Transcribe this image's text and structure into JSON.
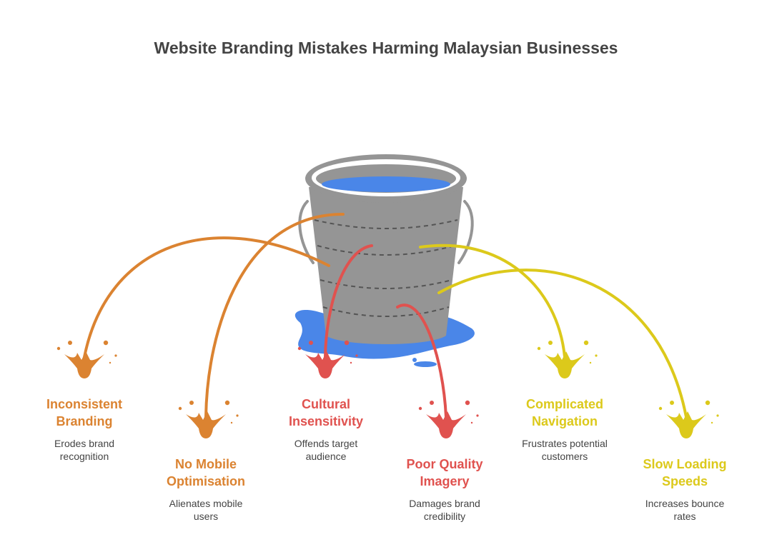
{
  "title": "Website Branding Mistakes Harming Malaysian Businesses",
  "colors": {
    "orange": "#DB8331",
    "red": "#E0524F",
    "yellow": "#DCC91B",
    "bucket": "#959595",
    "water": "#4A86E8",
    "text": "#444444"
  },
  "icons": [
    "bucket-icon",
    "water-puddle-icon",
    "splash-icon"
  ],
  "items": [
    {
      "heading_line1": "Inconsistent",
      "heading_line2": "Branding",
      "desc_line1": "Erodes brand",
      "desc_line2": "recognition",
      "color": "orange"
    },
    {
      "heading_line1": "No Mobile",
      "heading_line2": "Optimisation",
      "desc_line1": "Alienates mobile",
      "desc_line2": "users",
      "color": "orange"
    },
    {
      "heading_line1": "Cultural",
      "heading_line2": "Insensitivity",
      "desc_line1": "Offends target",
      "desc_line2": "audience",
      "color": "red"
    },
    {
      "heading_line1": "Poor Quality",
      "heading_line2": "Imagery",
      "desc_line1": "Damages brand",
      "desc_line2": "credibility",
      "color": "red"
    },
    {
      "heading_line1": "Complicated",
      "heading_line2": "Navigation",
      "desc_line1": "Frustrates potential",
      "desc_line2": "customers",
      "color": "yellow"
    },
    {
      "heading_line1": "Slow Loading",
      "heading_line2": "Speeds",
      "desc_line1": "Increases bounce",
      "desc_line2": "rates",
      "color": "yellow"
    }
  ]
}
